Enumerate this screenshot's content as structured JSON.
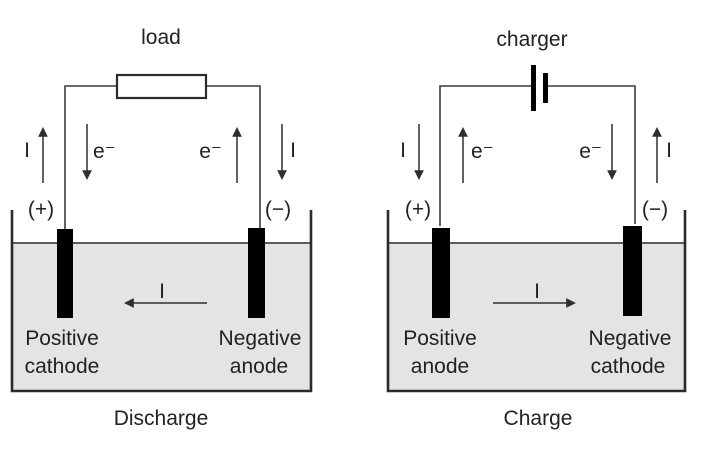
{
  "figure": {
    "left": {
      "device_label": "load",
      "outer_left_current": "I",
      "inner_left_electron": "e⁻",
      "inner_right_electron": "e⁻",
      "outer_right_current": "I",
      "left_terminal": "(+)",
      "right_terminal": "(−)",
      "bath_current": "I",
      "left_electrode": [
        "Positive",
        "cathode"
      ],
      "right_electrode": [
        "Negative",
        "anode"
      ],
      "caption": "Discharge"
    },
    "right": {
      "device_label": "charger",
      "outer_left_current": "I",
      "inner_left_electron": "e⁻",
      "inner_right_electron": "e⁻",
      "outer_right_current": "I",
      "left_terminal": "(+)",
      "right_terminal": "(−)",
      "bath_current": "I",
      "left_electrode": [
        "Positive",
        "anode"
      ],
      "right_electrode": [
        "Negative",
        "cathode"
      ],
      "caption": "Charge"
    }
  },
  "colors": {
    "background": "#ffffff",
    "electrolyte": "#e4e4e4",
    "electrode": "#000000",
    "line": "#2b2b2b"
  }
}
